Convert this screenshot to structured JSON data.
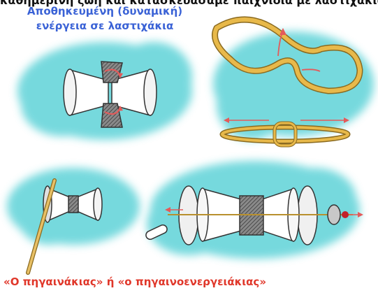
{
  "header": {
    "clipped_text": "καθημερινή ζωή και κατασκευάσαμε παιχνίδια με λαστιχάκια",
    "title_line1": "Αποθηκευμένη (δυναμική)",
    "title_line2": "ενέργεια σε λαστιχάκια"
  },
  "footer": {
    "caption": "«Ο πηγαινάκιας» ή «ο πηγαινοενεργειάκιας»"
  },
  "colors": {
    "title": "#3a62d6",
    "caption": "#e0372a",
    "splash": "#5fd3d8",
    "rubber_band": "#e8b94a",
    "arrows": "#e45a5a"
  }
}
